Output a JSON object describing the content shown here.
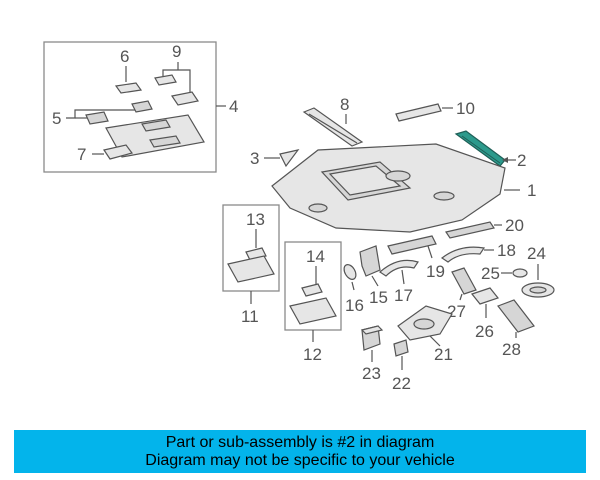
{
  "diagram": {
    "callouts": {
      "c1": "1",
      "c2": "2",
      "c3": "3",
      "c4": "4",
      "c5": "5",
      "c6": "6",
      "c7": "7",
      "c8": "8",
      "c9": "9",
      "c10": "10",
      "c11": "11",
      "c12": "12",
      "c13": "13",
      "c14": "14",
      "c15": "15",
      "c16": "16",
      "c17": "17",
      "c18": "18",
      "c19": "19",
      "c20": "20",
      "c21": "21",
      "c22": "22",
      "c23": "23",
      "c24": "24",
      "c25": "25",
      "c26": "26",
      "c27": "27",
      "c28": "28"
    },
    "highlight_color": "#2c9a8c"
  },
  "footer": {
    "line1": "Part or sub-assembly is #2 in diagram",
    "line2": "Diagram may not be specific to your vehicle",
    "background": "#03b4eb"
  }
}
